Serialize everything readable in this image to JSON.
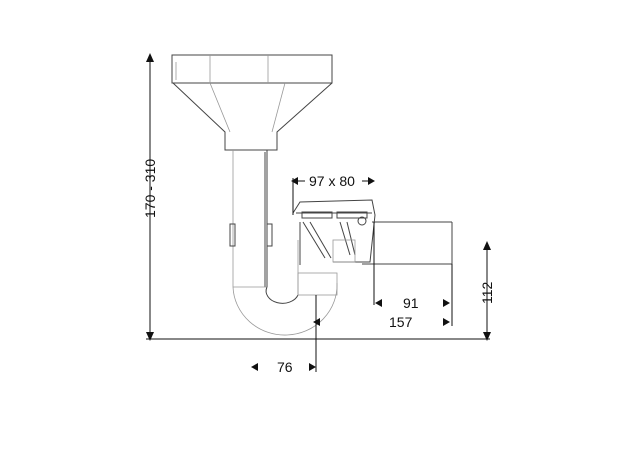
{
  "drawing": {
    "dimensions": {
      "height_range": "170 - 310",
      "outlet_size": "97 x 80",
      "outlet_offset_short": "91",
      "outlet_offset_long": "157",
      "outlet_height": "112",
      "trap_offset": "76"
    }
  }
}
